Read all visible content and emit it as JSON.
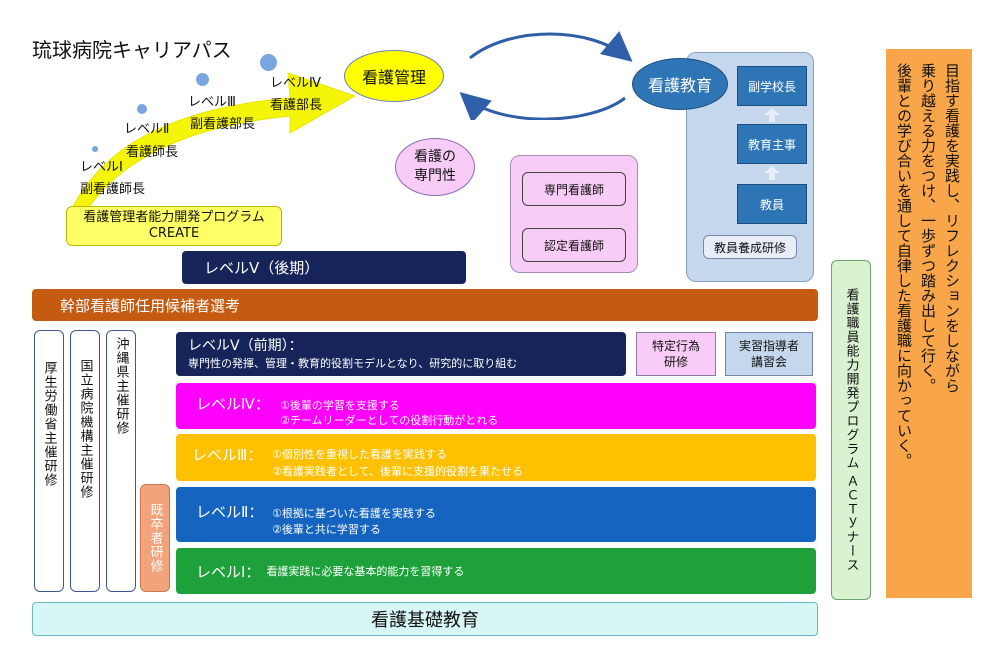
{
  "title": "琉球病院キャリアパス",
  "career_ladder": [
    {
      "level": "レベルⅠ",
      "role": "副看護師長"
    },
    {
      "level": "レベルⅡ",
      "role": "看護師長"
    },
    {
      "level": "レベルⅢ",
      "role": "副看護部長"
    },
    {
      "level": "レベルⅣ",
      "role": "看護部長"
    }
  ],
  "management_program": {
    "line1": "看護管理者能力開発プログラム",
    "line2": "CREATE"
  },
  "nursing_management": "看護管理",
  "nursing_education": "看護教育",
  "specialty": {
    "line1": "看護の",
    "line2": "専門性"
  },
  "specialists": [
    "専門看護師",
    "認定看護師"
  ],
  "education_roles": [
    "副学校長",
    "教育主事",
    "教員"
  ],
  "teacher_training": "教員養成研修",
  "level5_late": "レベルⅤ（後期）",
  "executive_selection": "幹部看護師任用候補者選考",
  "side_trainings": [
    "厚生労働省主催研修",
    "国立病院機構主催研修",
    "沖縄県主催研修"
  ],
  "new_grad_training": "既卒者研修",
  "levels": [
    {
      "title": "レベルⅤ（前期）：",
      "desc": "専門性の発揮、管理・教育的役割モデルとなり、研究的に取り組む"
    },
    {
      "title": "レベルⅣ：",
      "desc1": "①後輩の学習を支援する",
      "desc2": "②チームリーダーとしての役割行動がとれる"
    },
    {
      "title": "レベルⅢ：",
      "desc1": "①個別性を重視した看護を実践する",
      "desc2": "②看護実践者として、後輩に支援的役割を果たせる"
    },
    {
      "title": "レベルⅡ：",
      "desc1": "①根拠に基づいた看護を実践する",
      "desc2": "②後輩と共に学習する"
    },
    {
      "title": "レベルⅠ：",
      "desc": "看護実践に必要な基本的能力を習得する"
    }
  ],
  "tokutei": {
    "line1": "特定行為",
    "line2": "研修"
  },
  "jisshu": {
    "line1": "実習指導者",
    "line2": "講習会"
  },
  "act_program": {
    "line1": "看護職員能力開発プログラム",
    "line2": "ＡＣＴｙナース"
  },
  "basic_education": "看護基礎教育",
  "vision": {
    "line1": "目指す看護を実践し、リフレクションをしながら",
    "line2": "乗り越える力をつけ、一歩ずつ踏み出して行く。",
    "line3": "後輩との学び合いを通して自律した看護職に向かっていく。"
  },
  "colors": {
    "navy": "#16245a",
    "orange_brown": "#c55a11",
    "magenta": "#ff00ff",
    "amber": "#ffc000",
    "blue": "#1565c0",
    "green": "#1ea13a",
    "arrow_yellow": "#f5f50a",
    "pink": "#f9ccf7",
    "steel_blue": "#2e75b6",
    "panel_bg": "#c5d7ec",
    "vision_orange": "#f9a64a",
    "act_green": "#d9f2d0",
    "basic_bg": "#d7f7f7",
    "salmon": "#f3a37c"
  }
}
